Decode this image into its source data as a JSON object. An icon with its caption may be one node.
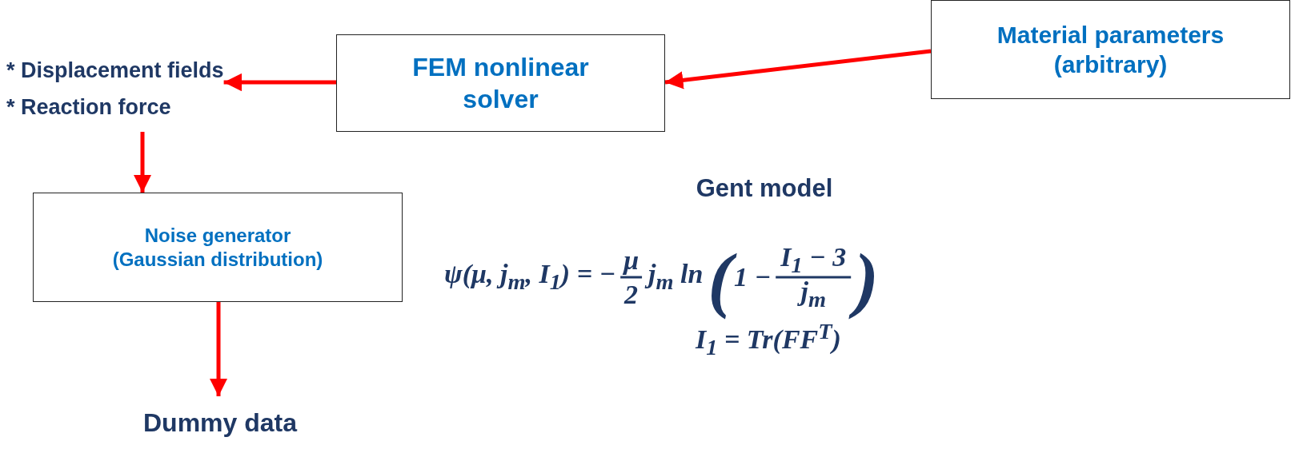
{
  "diagram": {
    "nodes": [
      {
        "text": [
          "* Displacement fields",
          "* Reaction force"
        ]
      },
      {
        "text": [
          "FEM nonlinear solver"
        ]
      },
      {
        "text": [
          "Material parameters (arbitrary)"
        ]
      },
      {
        "text": [
          "Noise generator (Gaussian distribution)"
        ]
      },
      {
        "text": [
          "Dummy data"
        ]
      }
    ],
    "edges": [
      {
        "from": 2,
        "to": 1,
        "arrow": "to"
      },
      {
        "from": 1,
        "to": 0,
        "arrow": "to"
      },
      {
        "from": 0,
        "to": 3,
        "arrow": "to"
      },
      {
        "from": 3,
        "to": 4,
        "arrow": "to"
      }
    ],
    "labels": [
      "Gent model",
      "ψ(μ, j$_{m}$, I$_{1}$) = −",
      "μ",
      "2",
      "j$_{m}$ ln",
      "(",
      "1 −",
      "I$_{1}$ − 3",
      "j$_{m}$",
      ")",
      "I$_{1}$ = Tr(FF$^{T}$)"
    ]
  }
}
